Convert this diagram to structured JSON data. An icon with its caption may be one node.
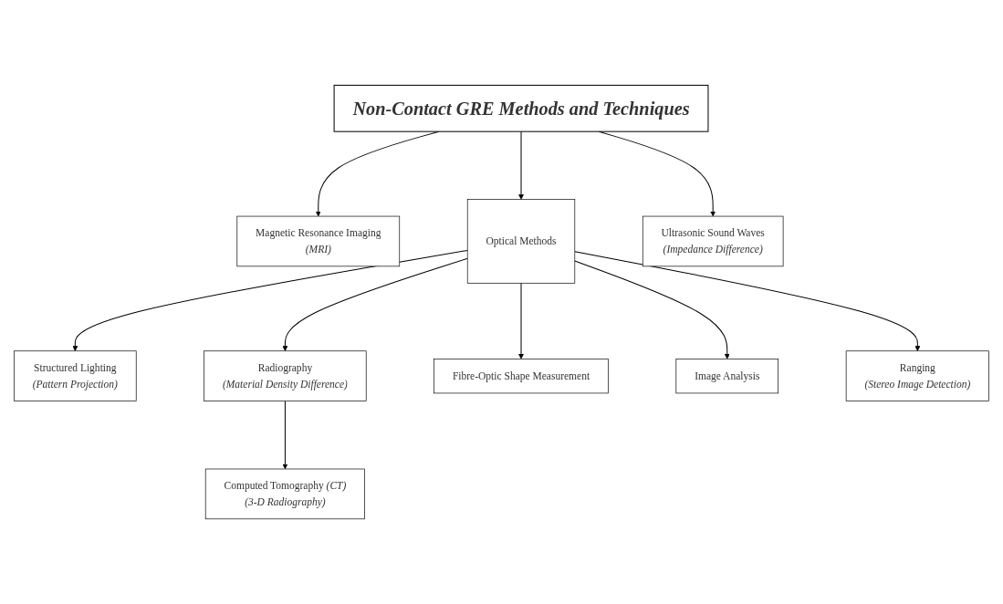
{
  "diagram": {
    "nodes": [
      {
        "text": [
          "Non-Contact GRE Methods and Techniques"
        ]
      },
      {
        "text": [
          "Magnetic Resonance Imaging",
          "(MRI)"
        ]
      },
      {
        "text": [
          "Optical Methods"
        ]
      },
      {
        "text": [
          "Ultrasonic Sound Waves",
          "(Impedance Difference)"
        ]
      },
      {
        "text": [
          "Structured Lighting",
          "(Pattern Projection)"
        ]
      },
      {
        "text": [
          "Radiography",
          "(Material Density Difference)"
        ]
      },
      {
        "text": [
          "Fibre-Optic Shape Measurement"
        ]
      },
      {
        "text": [
          "Image Analysis"
        ]
      },
      {
        "text": [
          "Ranging",
          "(Stereo Image Detection)"
        ]
      },
      {
        "text": [
          "Computed Tomography *(CT)*",
          "(3-D Radiography)"
        ]
      }
    ],
    "edges": [
      {
        "from": 0,
        "to": 1,
        "arrow": "to"
      },
      {
        "from": 0,
        "to": 2,
        "arrow": "to"
      },
      {
        "from": 0,
        "to": 3,
        "arrow": "to"
      },
      {
        "from": 2,
        "to": 4,
        "arrow": "to"
      },
      {
        "from": 2,
        "to": 5,
        "arrow": "to"
      },
      {
        "from": 2,
        "to": 6,
        "arrow": "to"
      },
      {
        "from": 2,
        "to": 7,
        "arrow": "to"
      },
      {
        "from": 2,
        "to": 8,
        "arrow": "to"
      },
      {
        "from": 5,
        "to": 9,
        "arrow": "to"
      }
    ]
  }
}
